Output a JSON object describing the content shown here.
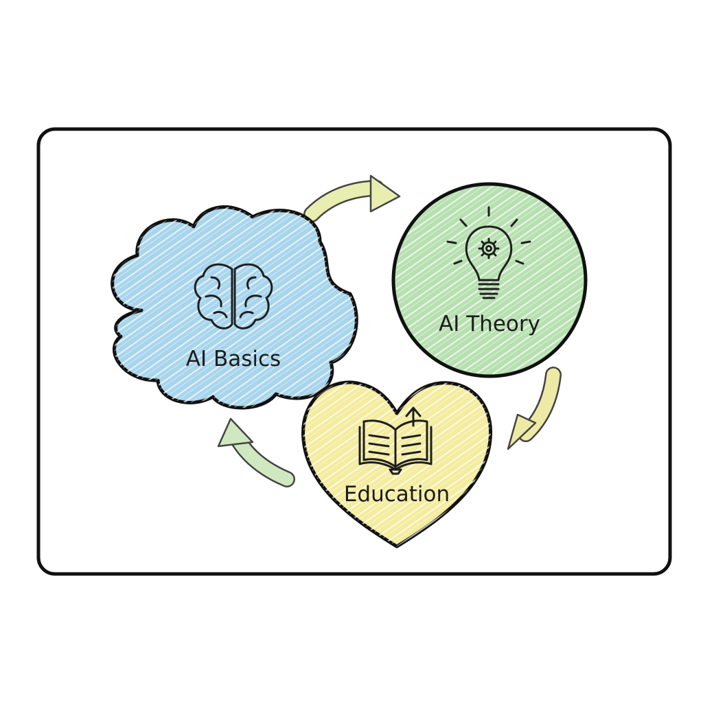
{
  "nodes": {
    "ai_basics": {
      "label": "AI Basics",
      "shape": "cloud",
      "icon": "brain-icon",
      "color": "#a7d5ec"
    },
    "ai_theory": {
      "label": "AI Theory",
      "shape": "circle",
      "icon": "lightbulb-gear-icon",
      "color": "#b7e0b0"
    },
    "education": {
      "label": "Education",
      "shape": "heart",
      "icon": "book-upload-icon",
      "color": "#f4ec9e"
    }
  },
  "edges": [
    {
      "from": "AI Basics",
      "to": "AI Theory",
      "color": "#e7eeb0"
    },
    {
      "from": "AI Theory",
      "to": "Education",
      "color": "#eeeaa6"
    },
    {
      "from": "Education",
      "to": "AI Basics",
      "color": "#cfe8bf"
    }
  ],
  "colors": {
    "frame_stroke": "#111111",
    "hatch": "#ffffff"
  }
}
